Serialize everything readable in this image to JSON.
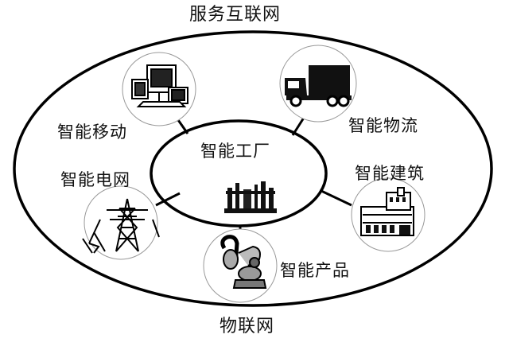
{
  "diagram": {
    "outer_label": "服务互联网",
    "bottom_label": "物联网",
    "center": {
      "label": "智能工厂",
      "icon": "factory-icon"
    },
    "nodes": [
      {
        "label": "智能移动",
        "icon": "devices-icon"
      },
      {
        "label": "智能物流",
        "icon": "truck-icon"
      },
      {
        "label": "智能建筑",
        "icon": "building-icon"
      },
      {
        "label": "智能产品",
        "icon": "robot-arm-icon"
      },
      {
        "label": "智能电网",
        "icon": "power-tower-icon"
      }
    ]
  }
}
